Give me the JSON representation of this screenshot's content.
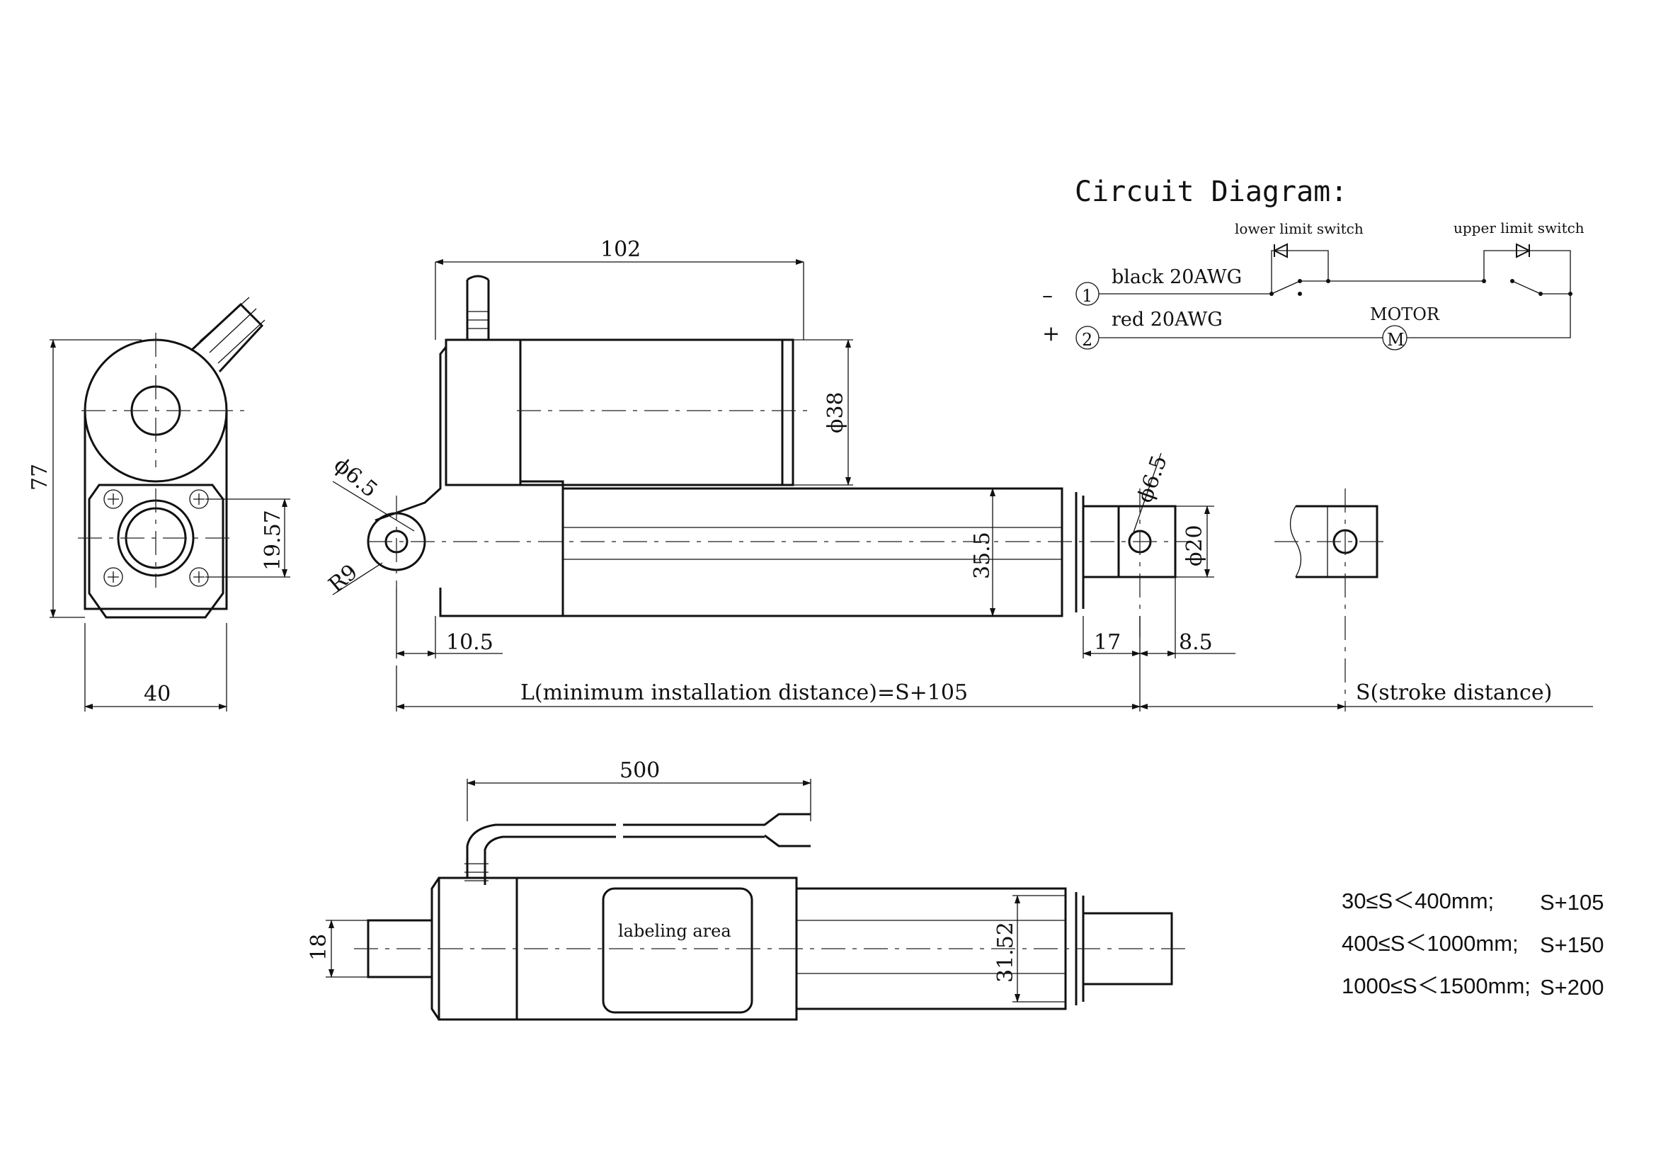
{
  "circuit": {
    "title": "Circuit Diagram:",
    "lower_switch": "lower limit switch",
    "upper_switch": "upper limit switch",
    "minus": "–",
    "plus": "+",
    "terminal1": "1",
    "terminal2": "2",
    "wire1": "black 20AWG",
    "wire2": "red 20AWG",
    "motor_label": "MOTOR",
    "motor_symbol": "M"
  },
  "end_view": {
    "height": "77",
    "width": "40",
    "hole_spacing": "19.57"
  },
  "side_view": {
    "motor_length": "102",
    "motor_dia": "ϕ38",
    "hole_dia_left": "ϕ6.5",
    "radius": "R9",
    "tube_height": "35.5",
    "hole_dia_right": "ϕ6.5",
    "rod_dia": "ϕ20",
    "offset_left": "10.5",
    "offset_rod": "17",
    "offset_end": "8.5",
    "min_install": "L(minimum installation distance)=S+105",
    "stroke": "S(stroke distance)"
  },
  "top_view": {
    "cable_length": "500",
    "clevis_width": "18",
    "label_area": "labeling area",
    "tube_height": "31.52"
  },
  "stroke_table": [
    {
      "range": "30≤S＜400mm;",
      "value": "S+105"
    },
    {
      "range": "400≤S＜1000mm;",
      "value": "S+150"
    },
    {
      "range": "1000≤S＜1500mm;",
      "value": "S+200"
    }
  ]
}
